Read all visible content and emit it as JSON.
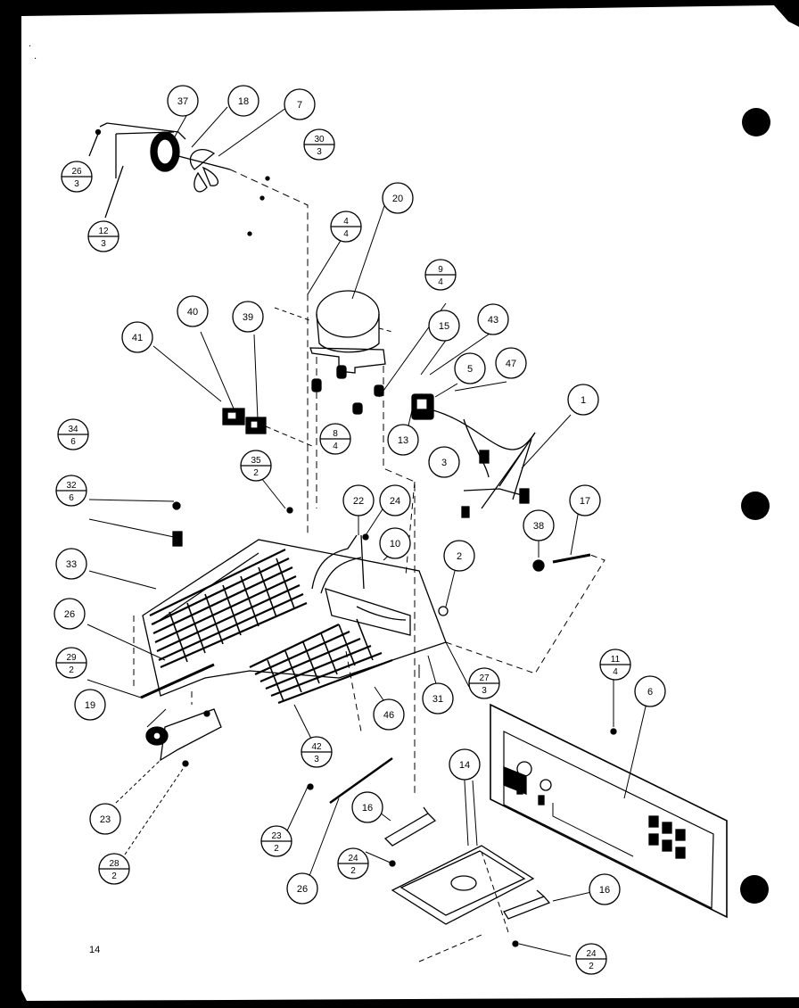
{
  "page_number": "14",
  "callouts": [
    {
      "id": "c37",
      "text": "37"
    },
    {
      "id": "c18",
      "text": "18"
    },
    {
      "id": "c7",
      "text": "7"
    },
    {
      "id": "c30",
      "num": "30",
      "den": "3"
    },
    {
      "id": "c26a",
      "num": "26",
      "den": "3"
    },
    {
      "id": "c12",
      "num": "12",
      "den": "3"
    },
    {
      "id": "c20",
      "text": "20"
    },
    {
      "id": "c4",
      "num": "4",
      "den": "4"
    },
    {
      "id": "c9",
      "num": "9",
      "den": "4"
    },
    {
      "id": "c15",
      "text": "15"
    },
    {
      "id": "c43",
      "text": "43"
    },
    {
      "id": "c5",
      "text": "5"
    },
    {
      "id": "c47",
      "text": "47"
    },
    {
      "id": "c1",
      "text": "1"
    },
    {
      "id": "c40",
      "text": "40"
    },
    {
      "id": "c39",
      "text": "39"
    },
    {
      "id": "c41",
      "text": "41"
    },
    {
      "id": "c8",
      "num": "8",
      "den": "4"
    },
    {
      "id": "c13",
      "text": "13"
    },
    {
      "id": "c3",
      "text": "3"
    },
    {
      "id": "c34",
      "num": "34",
      "den": "6"
    },
    {
      "id": "c35",
      "num": "35",
      "den": "2"
    },
    {
      "id": "c32",
      "num": "32",
      "den": "6"
    },
    {
      "id": "c22",
      "text": "22"
    },
    {
      "id": "c24a",
      "text": "24"
    },
    {
      "id": "c38",
      "text": "38"
    },
    {
      "id": "c17",
      "text": "17"
    },
    {
      "id": "c10",
      "text": "10"
    },
    {
      "id": "c33",
      "text": "33"
    },
    {
      "id": "c2",
      "text": "2"
    },
    {
      "id": "c26b",
      "text": "26"
    },
    {
      "id": "c29",
      "num": "29",
      "den": "2"
    },
    {
      "id": "c27",
      "num": "27",
      "den": "3"
    },
    {
      "id": "c31",
      "text": "31"
    },
    {
      "id": "c11",
      "num": "11",
      "den": "4"
    },
    {
      "id": "c6",
      "text": "6"
    },
    {
      "id": "c19",
      "text": "19"
    },
    {
      "id": "c46",
      "text": "46"
    },
    {
      "id": "c42",
      "num": "42",
      "den": "3"
    },
    {
      "id": "c14",
      "text": "14"
    },
    {
      "id": "c23",
      "text": "23"
    },
    {
      "id": "c28",
      "num": "28",
      "den": "2"
    },
    {
      "id": "c23b",
      "num": "23",
      "den": "2"
    },
    {
      "id": "c16a",
      "text": "16"
    },
    {
      "id": "c24b",
      "num": "24",
      "den": "2"
    },
    {
      "id": "c26c",
      "text": "26"
    },
    {
      "id": "c16b",
      "text": "16"
    },
    {
      "id": "c24c",
      "num": "24",
      "den": "2"
    }
  ]
}
